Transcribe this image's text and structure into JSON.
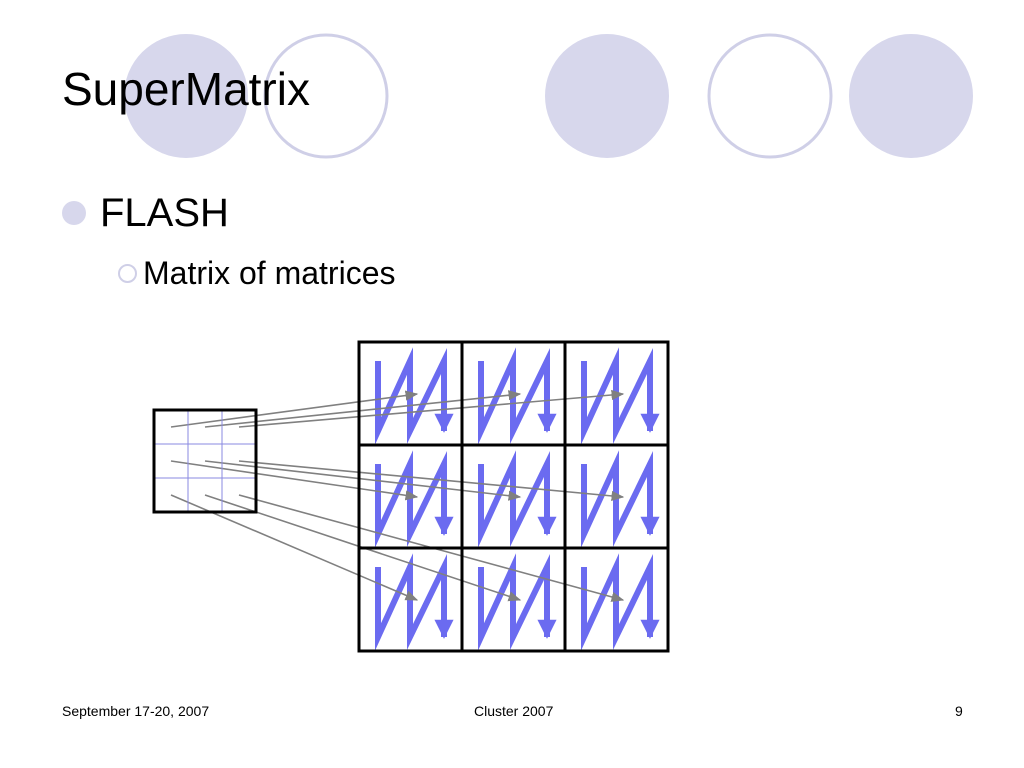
{
  "slide": {
    "title": "SuperMatrix",
    "bullets": [
      {
        "text": "FLASH",
        "sub_bullets": [
          {
            "text": "Matrix of matrices"
          }
        ]
      }
    ]
  },
  "footer": {
    "date": "September 17-20, 2007",
    "event": "Cluster 2007",
    "page_number": "9"
  },
  "diagram": {
    "small_matrix": {
      "rows": 3,
      "cols": 3
    },
    "large_matrix": {
      "rows": 3,
      "cols": 3
    },
    "block_pattern": "column-major zigzag arrows",
    "mapping": "each element of the small matrix maps to one block of the large matrix"
  },
  "colors": {
    "accent_fill": "#d7d7ec",
    "accent_stroke": "#cfcfe7",
    "zigzag_arrow": "#6b6bf0",
    "small_grid_lines": "#8a8ae0",
    "mapping_arrow": "#808080",
    "matrix_border": "#000000"
  },
  "icons": {
    "level1_bullet": "filled-circle",
    "level2_bullet": "hollow-circle"
  }
}
